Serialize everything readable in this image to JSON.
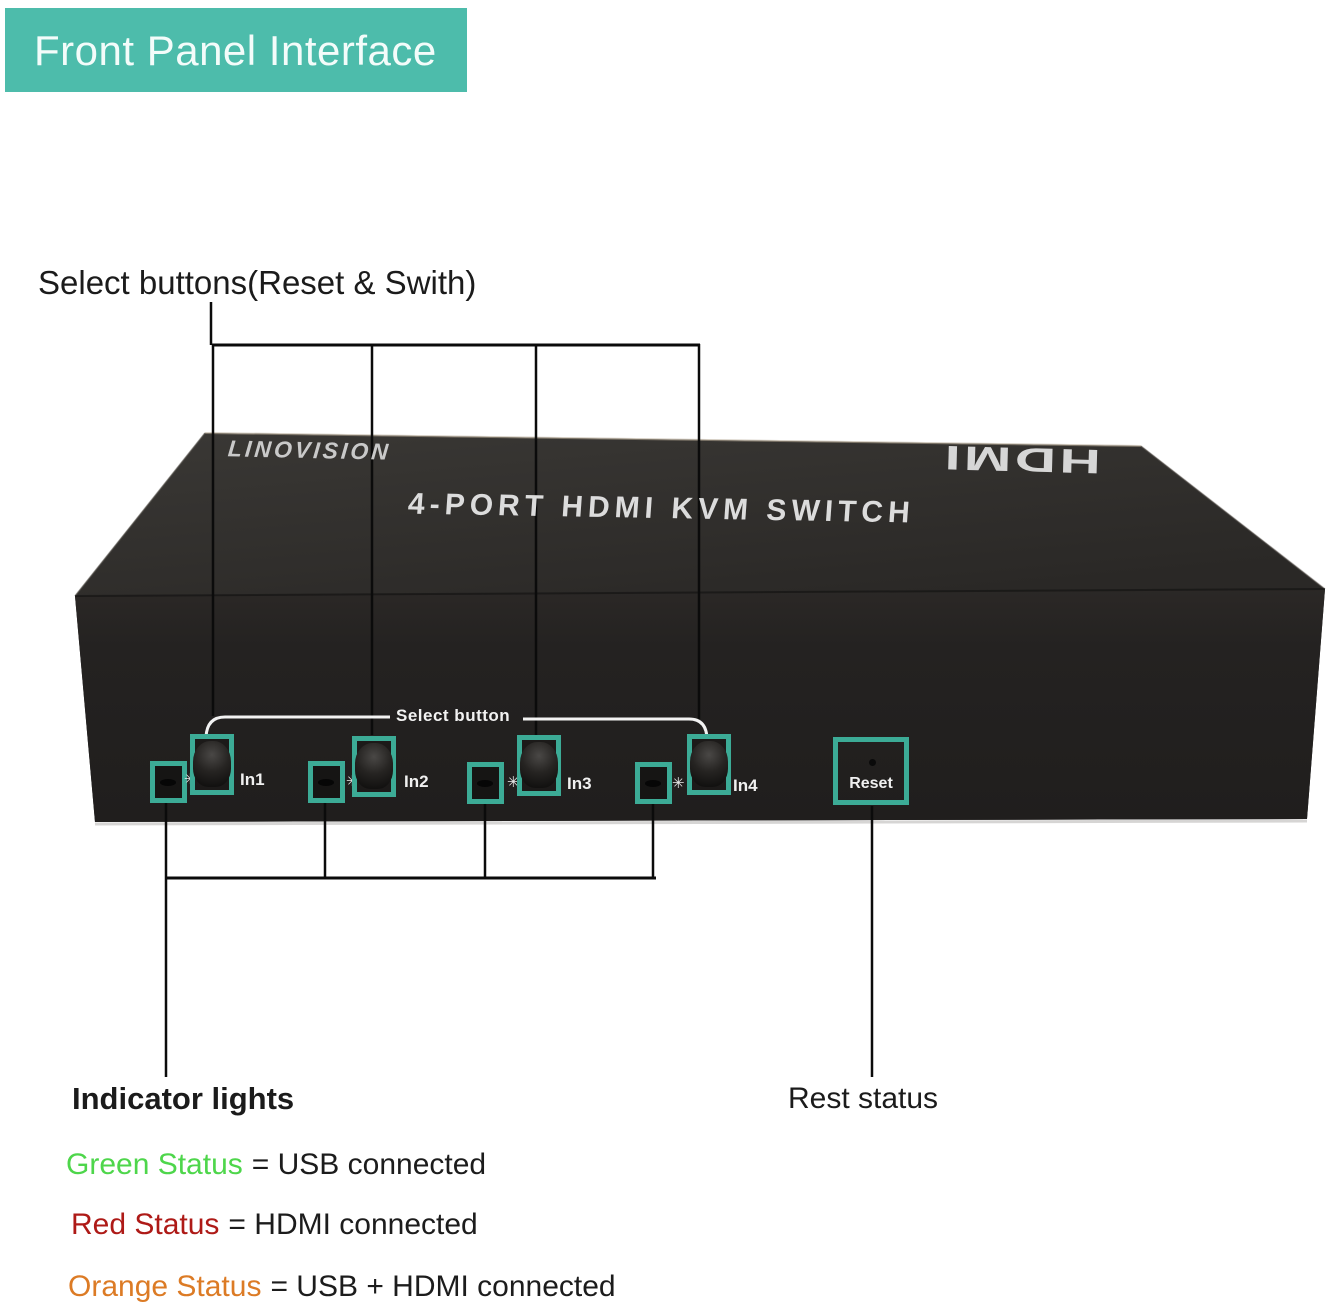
{
  "banner": {
    "title": "Front Panel Interface",
    "bg_color": "#4dbcab"
  },
  "annotations": {
    "select_buttons_label": "Select buttons(Reset & Swith)",
    "indicator_lights_label": "Indicator lights",
    "rest_status_label": "Rest status",
    "statuses": [
      {
        "name": "Green Status",
        "color": "#4ed64b",
        "desc": "= USB connected"
      },
      {
        "name": "Red Status",
        "color": "#ae1a17",
        "desc": "= HDMI connected"
      },
      {
        "name": "Orange Status",
        "color": "#dc7b25",
        "desc": "= USB + HDMI connected"
      }
    ]
  },
  "device": {
    "brand": "LINOVISION",
    "model": "4-PORT HDMI KVM SWITCH",
    "logo": "HDMI",
    "panel": {
      "select_button_label": "Select button",
      "reset_label": "Reset",
      "accent_color": "#3cab96",
      "ports": [
        {
          "label": "In1"
        },
        {
          "label": "In2"
        },
        {
          "label": "In3"
        },
        {
          "label": "In4"
        }
      ]
    }
  },
  "icons": {
    "sparkle": "✳"
  }
}
